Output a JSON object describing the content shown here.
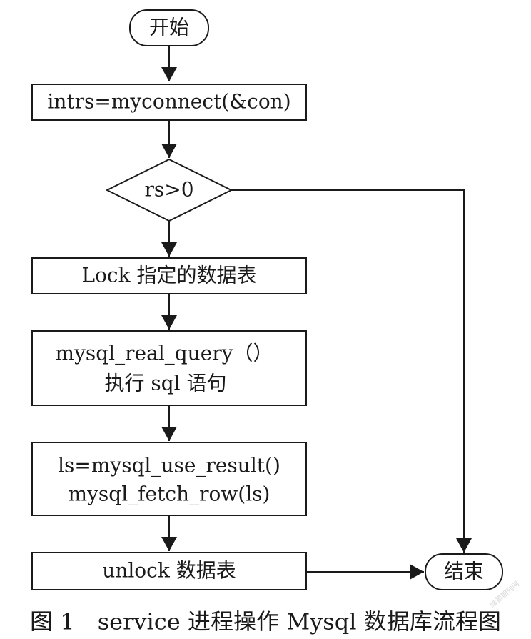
{
  "nodes": {
    "start": "开始",
    "connect": "intrs=myconnect(&con)",
    "decision": "rs>0",
    "lock": "Lock 指定的数据表",
    "query_line1": "mysql_real_query（）",
    "query_line2": "执行 sql 语句",
    "result_line1": "ls=mysql_use_result()",
    "result_line2": "mysql_fetch_row(ls)",
    "unlock": "unlock 数据表",
    "end": "结束"
  },
  "caption": "图 1　service 进程操作 Mysql 数据库流程图",
  "watermark": "维普期刊网",
  "colors": {
    "stroke": "#1a1a1a",
    "fill": "#ffffff",
    "text": "#1a1a1a"
  }
}
